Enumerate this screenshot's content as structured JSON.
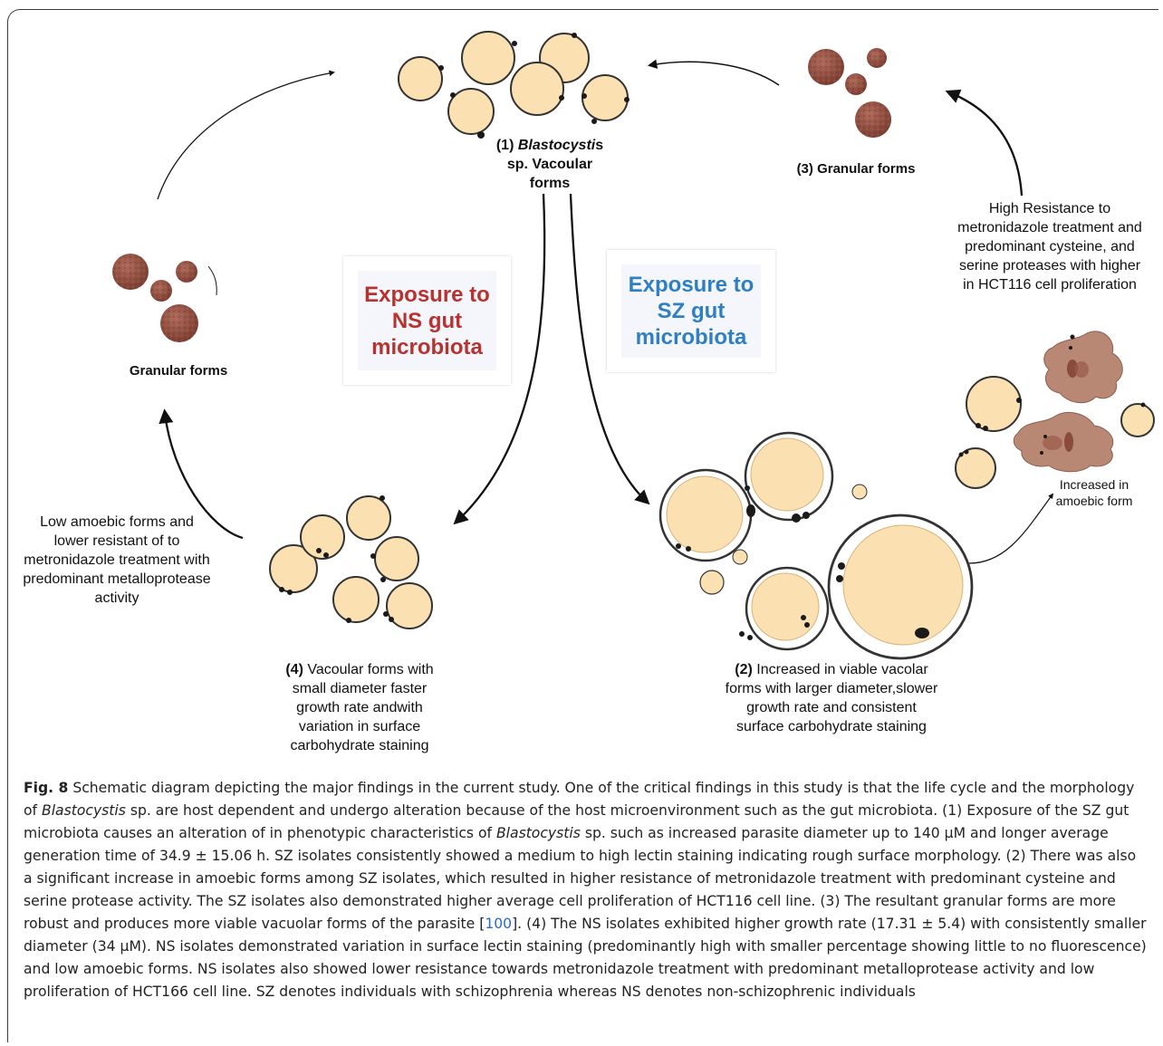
{
  "figure": {
    "labels": {
      "stage1_num": "(1)",
      "stage1_italic": "Blastocysti",
      "stage1_rest": "s sp.  Vacoular forms",
      "stage3": "(3) Granular forms",
      "granular_left": "Granular forms",
      "box_ns": "Exposure to NS gut microbiota",
      "box_sz": "Exposure to SZ gut microbiota",
      "high_resistance": "High Resistance to metronidazole treatment and predominant cysteine, and serine proteases with higher in HCT116 cell proliferation",
      "increased_amoebic": "Increased in amoebic form",
      "low_amoebic": "Low amoebic forms and lower resistant of to metronidazole treatment with predominant metalloprotease  activity",
      "stage4_num": "(4)",
      "stage4_rest": " Vacoular forms with small diameter faster growth rate andwith variation in surface carbohydrate staining",
      "stage2_num": "(2)",
      "stage2_rest": " Increased in viable vacolar forms  with larger diameter,slower growth  rate and  consistent surface carbohydrate staining"
    },
    "colors": {
      "ns_text": "#b8322f",
      "sz_text": "#2f7fc4",
      "cell_fill": "#fbe0b2",
      "cell_membrane": "#3a3a3a",
      "granular": "#8a4a3c",
      "amoeba": "#b98875"
    }
  },
  "caption": {
    "fig_label": "Fig. 8",
    "s1": "  Schematic diagram depicting the major findings in the current study. One of the critical findings in this study is that the life cycle and the morphology of ",
    "i1": "Blastocystis",
    "s2": " sp. are host dependent and undergo alteration because of the host microenvironment such as the gut microbiota. (1) Exposure of the SZ gut microbiota causes an alteration of in phenotypic characteristics of ",
    "i2": "Blastocystis",
    "s3": " sp. such as increased parasite diameter up to 140 µM and longer average generation time of 34.9 ± 15.06 h. SZ isolates consistently showed a medium to high lectin staining indicating rough surface morphology. (2) There was also a significant increase in amoebic forms among SZ isolates, which resulted in higher resistance of metronidazole treatment with predominant cysteine and serine protease activity. The SZ isolates also demonstrated higher average cell proliferation of HCT116 cell line. (3) The resultant granular forms are more robust and produces more viable vacuolar forms of the parasite [",
    "ref": "100",
    "s4": "]. (4) The NS isolates exhibited higher growth rate (17.31 ± 5.4) with consistently smaller diameter (34 µM). NS isolates demonstrated variation in surface lectin staining (predominantly high with smaller percentage showing little to no fluorescence) and low amoebic forms. NS isolates also showed lower resistance towards metronidazole treatment with predominant metalloprotease activity and low proliferation of HCT166 cell line. SZ denotes individuals with schizophrenia whereas NS denotes non-schizophrenic individuals"
  }
}
